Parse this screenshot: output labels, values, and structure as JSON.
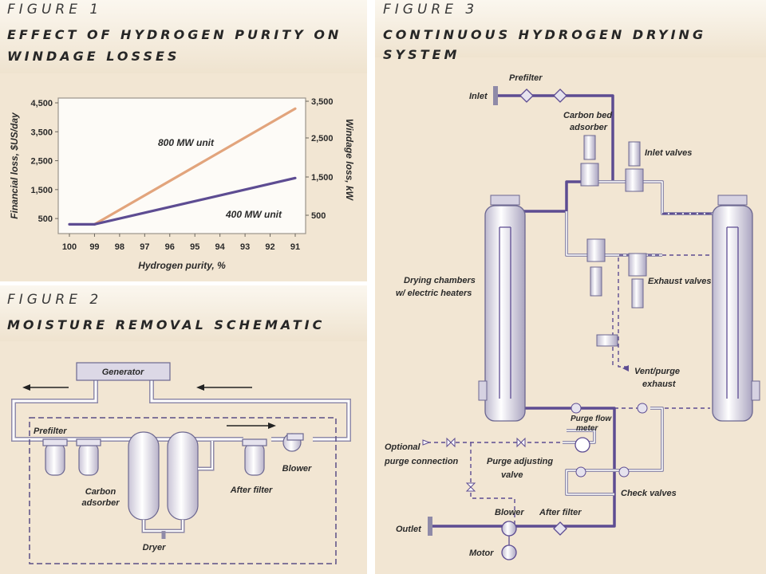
{
  "figure1": {
    "number": "FIGURE 1",
    "title_line1": "EFFECT OF HYDROGEN PURITY ON",
    "title_line2": "WINDAGE LOSSES"
  },
  "figure2": {
    "number": "FIGURE 2",
    "title": "MOISTURE REMOVAL SCHEMATIC",
    "labels": {
      "generator": "Generator",
      "prefilter": "Prefilter",
      "carbon_adsorber_line1": "Carbon",
      "carbon_adsorber_line2": "adsorber",
      "dryer": "Dryer",
      "after_filter": "After filter",
      "blower": "Blower"
    }
  },
  "figure3": {
    "number": "FIGURE 3",
    "title": "CONTINUOUS HYDROGEN DRYING SYSTEM",
    "labels": {
      "inlet": "Inlet",
      "prefilter": "Prefilter",
      "carbon_bed_line1": "Carbon bed",
      "carbon_bed_line2": "adsorber",
      "inlet_valves": "Inlet valves",
      "drying_chambers_line1": "Drying chambers",
      "drying_chambers_line2": "w/ electric heaters",
      "exhaust_valves": "Exhaust valves",
      "vent_purge_line1": "Vent/purge",
      "vent_purge_line2": "exhaust",
      "purge_flow_meter_line1": "Purge flow",
      "purge_flow_meter_line2": "meter",
      "optional_purge_line1": "Optional",
      "optional_purge_line2": "purge connection",
      "purge_adjusting_line1": "Purge adjusting",
      "purge_adjusting_line2": "valve",
      "check_valves": "Check valves",
      "blower": "Blower",
      "after_filter": "After filter",
      "outlet": "Outlet",
      "motor": "Motor"
    }
  },
  "chart_data": {
    "type": "line",
    "xlabel": "Hydrogen purity, %",
    "ylabel": "Financial loss, $US/day",
    "ylabel_right": "Windage loss, kW",
    "x_ticks": [
      "100",
      "99",
      "98",
      "97",
      "96",
      "95",
      "94",
      "93",
      "92",
      "91"
    ],
    "y_ticks_left": [
      "4,500",
      "3,500",
      "2,500",
      "1,500",
      "500"
    ],
    "y_ticks_right": [
      "3,500",
      "2,500",
      "1,500",
      "500"
    ],
    "xlim": [
      100,
      91
    ],
    "ylim_left": [
      0,
      4500
    ],
    "x": [
      100,
      99,
      91
    ],
    "series": [
      {
        "name": "800 MW unit",
        "color": "#e2a47c",
        "x": [
          99,
          91
        ],
        "values": [
          300,
          4300
        ]
      },
      {
        "name": "400 MW unit",
        "color": "#5d4c92",
        "x": [
          99,
          91
        ],
        "values": [
          300,
          1900
        ]
      },
      {
        "name": "",
        "color": "#5d4c92",
        "x": [
          100,
          99
        ],
        "values": [
          300,
          300
        ]
      }
    ],
    "grid": false
  }
}
